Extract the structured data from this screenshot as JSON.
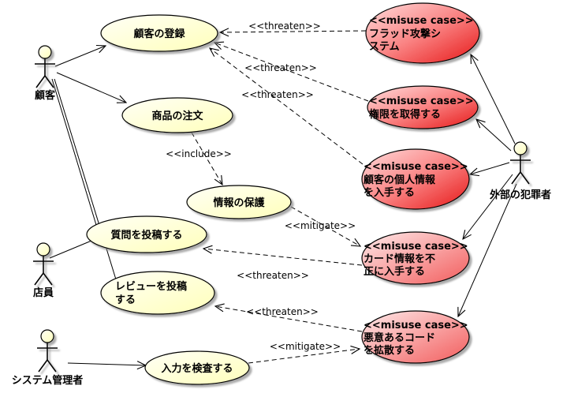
{
  "actors": {
    "customer": {
      "label": "顧客"
    },
    "clerk": {
      "label": "店員"
    },
    "sysadmin": {
      "label": "システム管理者"
    },
    "criminal": {
      "label": "外部の犯罪者"
    }
  },
  "use_cases": {
    "register": {
      "label": "顧客の登録"
    },
    "order": {
      "label": "商品の注文"
    },
    "protect": {
      "label": "情報の保護"
    },
    "question": {
      "label": "質問を投稿する"
    },
    "review": {
      "line1": "レビューを投稿",
      "line2": "する"
    },
    "inspect": {
      "label": "入力を検査する"
    }
  },
  "misuse_cases": {
    "flood": {
      "stereotype": "<<misuse case>>",
      "line1": "フラッド攻撃シ",
      "line2": "ステム"
    },
    "privilege": {
      "stereotype": "<<misuse case>>",
      "line1": "権限を取得する"
    },
    "personal_info": {
      "stereotype": "<<misuse case>>",
      "line1": "顧客の個人情報",
      "line2": "を入手する"
    },
    "card_info": {
      "stereotype": "<<misuse case>>",
      "line1": "カード情報を不",
      "line2": "正に入手する"
    },
    "malicious_code": {
      "stereotype": "<<misuse case>>",
      "line1": "悪意あるコード",
      "line2": "を拡散する"
    }
  },
  "relationships": {
    "threaten_flood_register": "<<threaten>>",
    "threaten_privilege_register": "<<threaten>>",
    "threaten_personal_register": "<<threaten>>",
    "include_order_protect": "<<include>>",
    "mitigate_protect_card": "<<mitigate>>",
    "threaten_card_question": "<<threaten>>",
    "threaten_malicious_review": "<<threaten>>",
    "mitigate_inspect_malicious": "<<mitigate>>"
  },
  "colors": {
    "background": "#ffffff",
    "node_stroke": "#000000",
    "use_case_fill_light": "#fffff6",
    "use_case_fill_dark": "#ffffba",
    "misuse_fill_light": "#ffdcdc",
    "misuse_fill_mid": "#fa8484",
    "misuse_fill_dark": "#e61717",
    "misuse_mid_light": "#ffeaea",
    "misuse_mid_dark": "#f25c5c",
    "criminal_head_fill": "#ffb4b4"
  }
}
